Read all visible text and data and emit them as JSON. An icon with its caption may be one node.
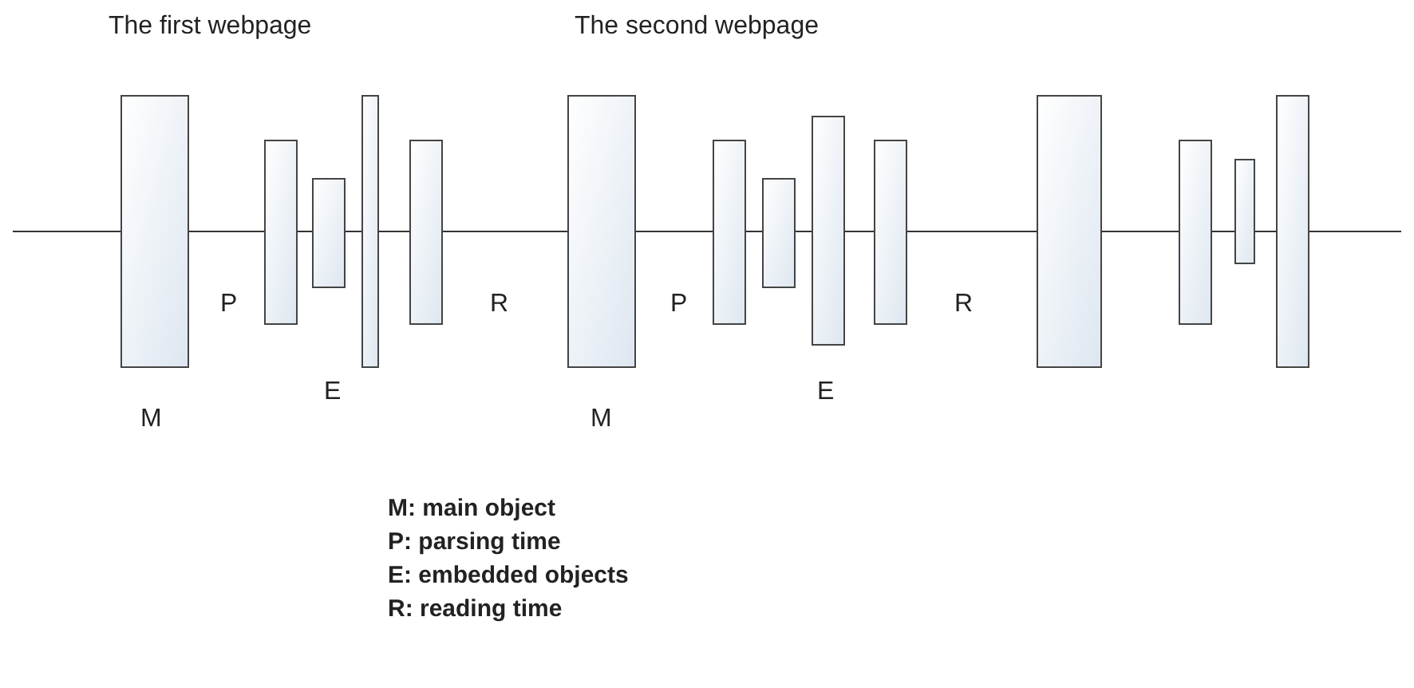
{
  "diagram": {
    "labels": [
      "The first webpage",
      "The second webpage",
      "P",
      "R",
      "P",
      "R",
      "E",
      "E",
      "M",
      "M",
      "M: main object",
      "P: parsing time",
      "E: embedded objects",
      "R: reading time"
    ]
  }
}
